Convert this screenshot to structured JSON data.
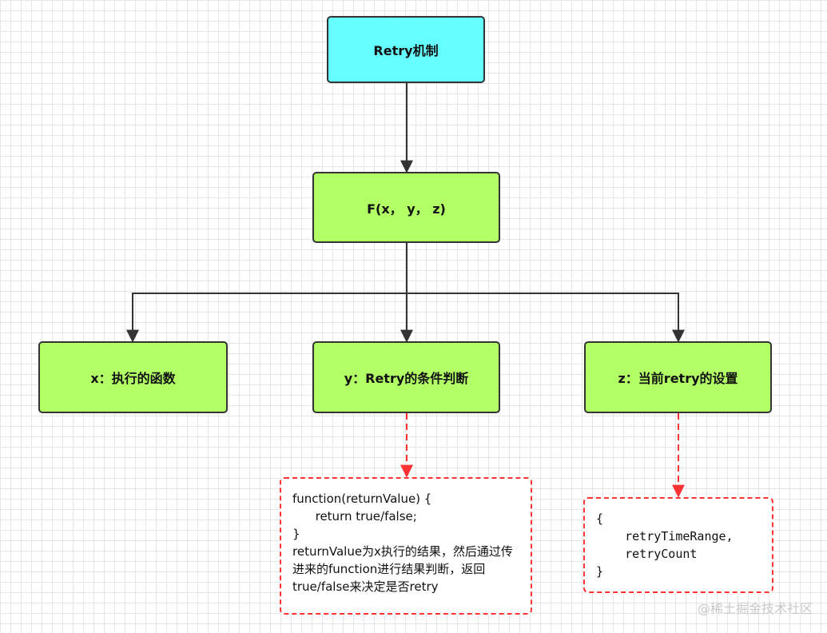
{
  "nodes": {
    "retry": "Retry机制",
    "f": "F(x， y， z)",
    "x": "x：执行的函数",
    "y": "y：Retry的条件判断",
    "z": "z：当前retry的设置"
  },
  "notes": {
    "y": [
      "function(returnValue) {",
      "      return true/false;",
      "}",
      "returnValue为x执行的结果，然后通过传进来的function进行结果判断，返回true/false来决定是否retry"
    ],
    "z": [
      "{",
      "    retryTimeRange,",
      "    retryCount",
      "}"
    ]
  },
  "colors": {
    "root": "#66ffff",
    "node": "#b3ff66",
    "edge": "#333333",
    "note_edge": "#ff3333"
  },
  "watermark": "@稀土掘金技术社区"
}
